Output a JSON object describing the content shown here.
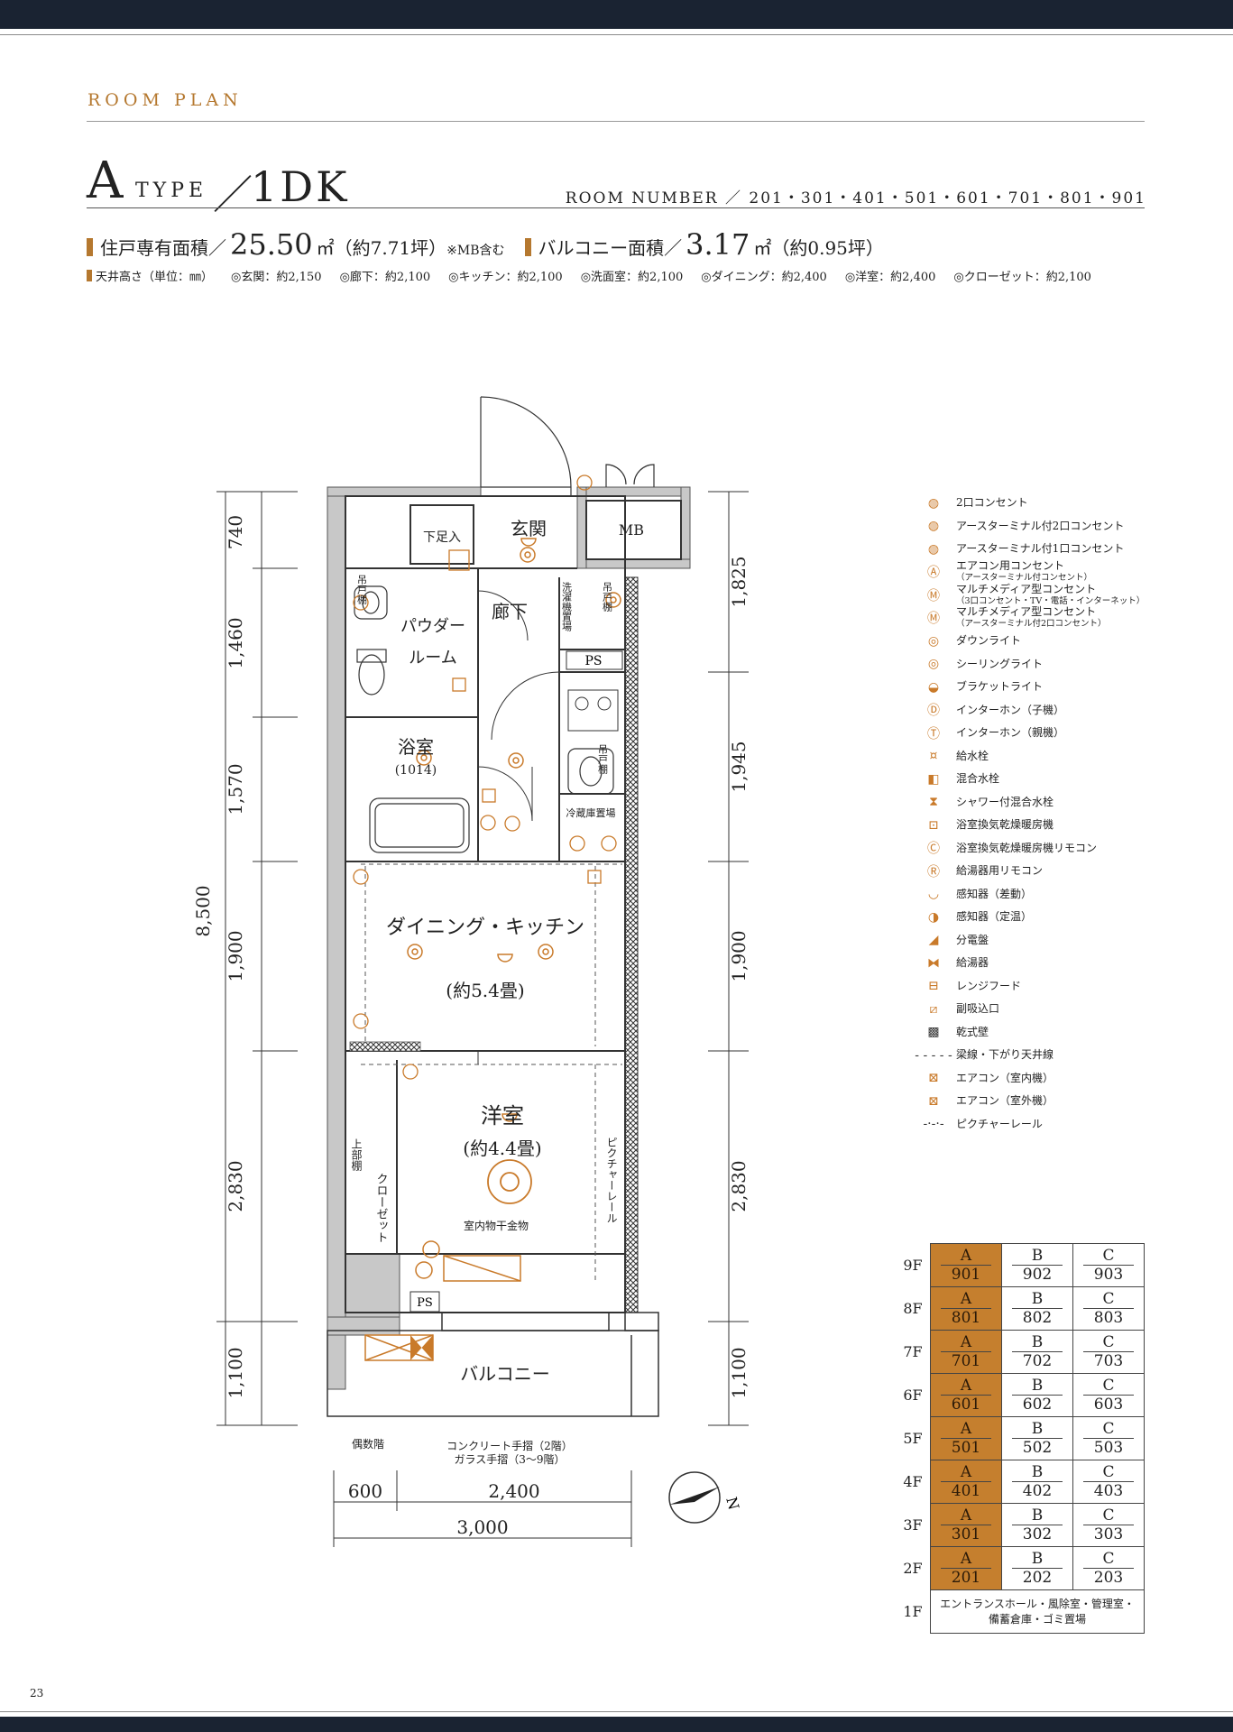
{
  "header": {
    "section": "ROOM PLAN",
    "type_letter": "A",
    "type_word": "TYPE",
    "type_slash": "／",
    "layout": "1DK",
    "room_number_label": "ROOM NUMBER",
    "room_numbers": "201・301・401・501・601・701・801・901"
  },
  "specs": {
    "area_label": "住戸専有面積",
    "area_value": "25.50",
    "area_unit": "㎡（約7.71坪）",
    "area_note": "※MB含む",
    "balcony_label": "バルコニー面積",
    "balcony_value": "3.17",
    "balcony_unit": "㎡（約0.95坪）",
    "ceiling": [
      "天井高さ（単位：㎜）",
      "◎玄関：約2,150",
      "◎廊下：約2,100",
      "◎キッチン：約2,100",
      "◎洗面室：約2,100",
      "◎ダイニング：約2,400",
      "◎洋室：約2,400",
      "◎クローゼット：約2,100"
    ]
  },
  "plan": {
    "genkan": "玄関",
    "getabako": "下足入",
    "mb": "MB",
    "rouka": "廊下",
    "powder1": "パウダー",
    "powder2": "ルーム",
    "tsuri": "吊戸棚",
    "sentaku": "洗濯機置場",
    "ps": "PS",
    "yokushitsu": "浴室",
    "bath_size": "(1014)",
    "reizouko": "冷蔵庫置場",
    "dining": "ダイニング・キッチン",
    "dining_size": "(約5.4畳)",
    "youshitsu": "洋室",
    "youshitsu_size": "(約4.4畳)",
    "closet": "クローゼット",
    "upper_shelf": "上部棚",
    "picture_rail": "ピクチャーレール",
    "hoshi": "室内物干金物",
    "balcony": "バルコニー",
    "guusuu": "偶数階",
    "tesuri1": "コンクリート手摺（2階）",
    "tesuri2": "ガラス手摺（3〜9階）",
    "north": "N",
    "dims_left": [
      "740",
      "1,460",
      "1,570",
      "1,900",
      "2,830",
      "1,100"
    ],
    "dim_total": "8,500",
    "dims_right": [
      "1,825",
      "1,945",
      "1,900",
      "2,830",
      "1,100"
    ],
    "dims_bottom": [
      "600",
      "2,400"
    ],
    "dim_width": "3,000"
  },
  "legend": [
    {
      "icon": "outlet-2-icon",
      "glyph": "◍",
      "text": "2口コンセント"
    },
    {
      "icon": "outlet-earth-2-icon",
      "glyph": "◍",
      "text": "アースターミナル付2口コンセント"
    },
    {
      "icon": "outlet-earth-1-icon",
      "glyph": "◍",
      "text": "アースターミナル付1口コンセント"
    },
    {
      "icon": "ac-outlet-icon",
      "glyph": "Ⓐ",
      "text": "エアコン用コンセント",
      "sub": "（アースターミナル付コンセント）"
    },
    {
      "icon": "multimedia-square-icon",
      "glyph": "Ⓜ",
      "text": "マルチメディア型コンセント",
      "sub": "（3口コンセント・TV・電話・インターネット）"
    },
    {
      "icon": "multimedia-round-icon",
      "glyph": "Ⓜ",
      "text": "マルチメディア型コンセント",
      "sub": "（アースターミナル付2口コンセント）"
    },
    {
      "icon": "downlight-icon",
      "glyph": "◎",
      "text": "ダウンライト"
    },
    {
      "icon": "ceiling-light-icon",
      "glyph": "◎",
      "text": "シーリングライト"
    },
    {
      "icon": "bracket-light-icon",
      "glyph": "◒",
      "text": "ブラケットライト"
    },
    {
      "icon": "intercom-child-icon",
      "glyph": "Ⓓ",
      "text": "インターホン（子機）"
    },
    {
      "icon": "intercom-parent-icon",
      "glyph": "Ⓣ",
      "text": "インターホン（親機）"
    },
    {
      "icon": "faucet-icon",
      "glyph": "¤",
      "text": "給水栓"
    },
    {
      "icon": "mixing-faucet-icon",
      "glyph": "◧",
      "text": "混合水栓"
    },
    {
      "icon": "shower-faucet-icon",
      "glyph": "⧗",
      "text": "シャワー付混合水栓"
    },
    {
      "icon": "bath-dryer-icon",
      "glyph": "⊡",
      "text": "浴室換気乾燥暖房機"
    },
    {
      "icon": "bath-dryer-remote-icon",
      "glyph": "Ⓒ",
      "text": "浴室換気乾燥暖房機リモコン"
    },
    {
      "icon": "water-heater-remote-icon",
      "glyph": "Ⓡ",
      "text": "給湯器用リモコン"
    },
    {
      "icon": "detector-diff-icon",
      "glyph": "◡",
      "text": "感知器（差動）"
    },
    {
      "icon": "detector-fixed-icon",
      "glyph": "◑",
      "text": "感知器（定温）"
    },
    {
      "icon": "distribution-board-icon",
      "glyph": "◢",
      "text": "分電盤"
    },
    {
      "icon": "water-heater-icon",
      "glyph": "⧓",
      "text": "給湯器"
    },
    {
      "icon": "range-hood-icon",
      "glyph": "⊟",
      "text": "レンジフード"
    },
    {
      "icon": "vent-icon",
      "glyph": "⧄",
      "text": "副吸込口"
    },
    {
      "icon": "drywall-icon",
      "glyph": "▩",
      "text": "乾式壁"
    },
    {
      "icon": "beam-line-icon",
      "glyph": "- - - - -",
      "text": "梁線・下がり天井線"
    },
    {
      "icon": "aircon-indoor-icon",
      "glyph": "⊠",
      "text": "エアコン（室内機）"
    },
    {
      "icon": "aircon-outdoor-icon",
      "glyph": "⊠",
      "text": "エアコン（室外機）"
    },
    {
      "icon": "picture-rail-icon",
      "glyph": "-·-·-",
      "text": "ピクチャーレール"
    }
  ],
  "floors": [
    {
      "floor": "9F",
      "a_type": "A",
      "a": "901",
      "b_type": "B",
      "b": "902",
      "c_type": "C",
      "c": "903"
    },
    {
      "floor": "8F",
      "a_type": "A",
      "a": "801",
      "b_type": "B",
      "b": "802",
      "c_type": "C",
      "c": "803"
    },
    {
      "floor": "7F",
      "a_type": "A",
      "a": "701",
      "b_type": "B",
      "b": "702",
      "c_type": "C",
      "c": "703"
    },
    {
      "floor": "6F",
      "a_type": "A",
      "a": "601",
      "b_type": "B",
      "b": "602",
      "c_type": "C",
      "c": "603"
    },
    {
      "floor": "5F",
      "a_type": "A",
      "a": "501",
      "b_type": "B",
      "b": "502",
      "c_type": "C",
      "c": "503"
    },
    {
      "floor": "4F",
      "a_type": "A",
      "a": "401",
      "b_type": "B",
      "b": "402",
      "c_type": "C",
      "c": "403"
    },
    {
      "floor": "3F",
      "a_type": "A",
      "a": "301",
      "b_type": "B",
      "b": "302",
      "c_type": "C",
      "c": "303"
    },
    {
      "floor": "2F",
      "a_type": "A",
      "a": "201",
      "b_type": "B",
      "b": "202",
      "c_type": "C",
      "c": "203"
    }
  ],
  "first_floor": {
    "floor": "1F",
    "line1": "エントランスホール・風除室・管理室・",
    "line2": "備蓄倉庫・ゴミ置場"
  },
  "page_number": "23",
  "colors": {
    "accent": "#c57f2e",
    "wall_gray": "#c8c8c8",
    "navy": "#1a2332"
  }
}
